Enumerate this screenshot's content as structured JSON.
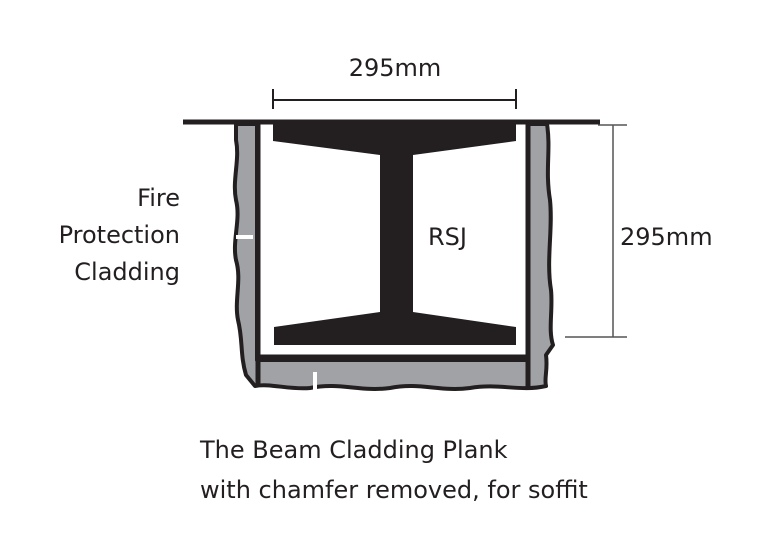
{
  "labels": {
    "width_dimension": "295mm",
    "height_dimension": "295mm",
    "beam": "RSJ",
    "cladding_line1": "Fire",
    "cladding_line2": "Protection",
    "cladding_line3": "Cladding",
    "caption_line1": "The Beam Cladding Plank",
    "caption_line2": "with chamfer removed, for soffit"
  },
  "colors": {
    "steel": "#231f20",
    "cladding": "#a0a2a5",
    "dimension_line": "#555555"
  }
}
